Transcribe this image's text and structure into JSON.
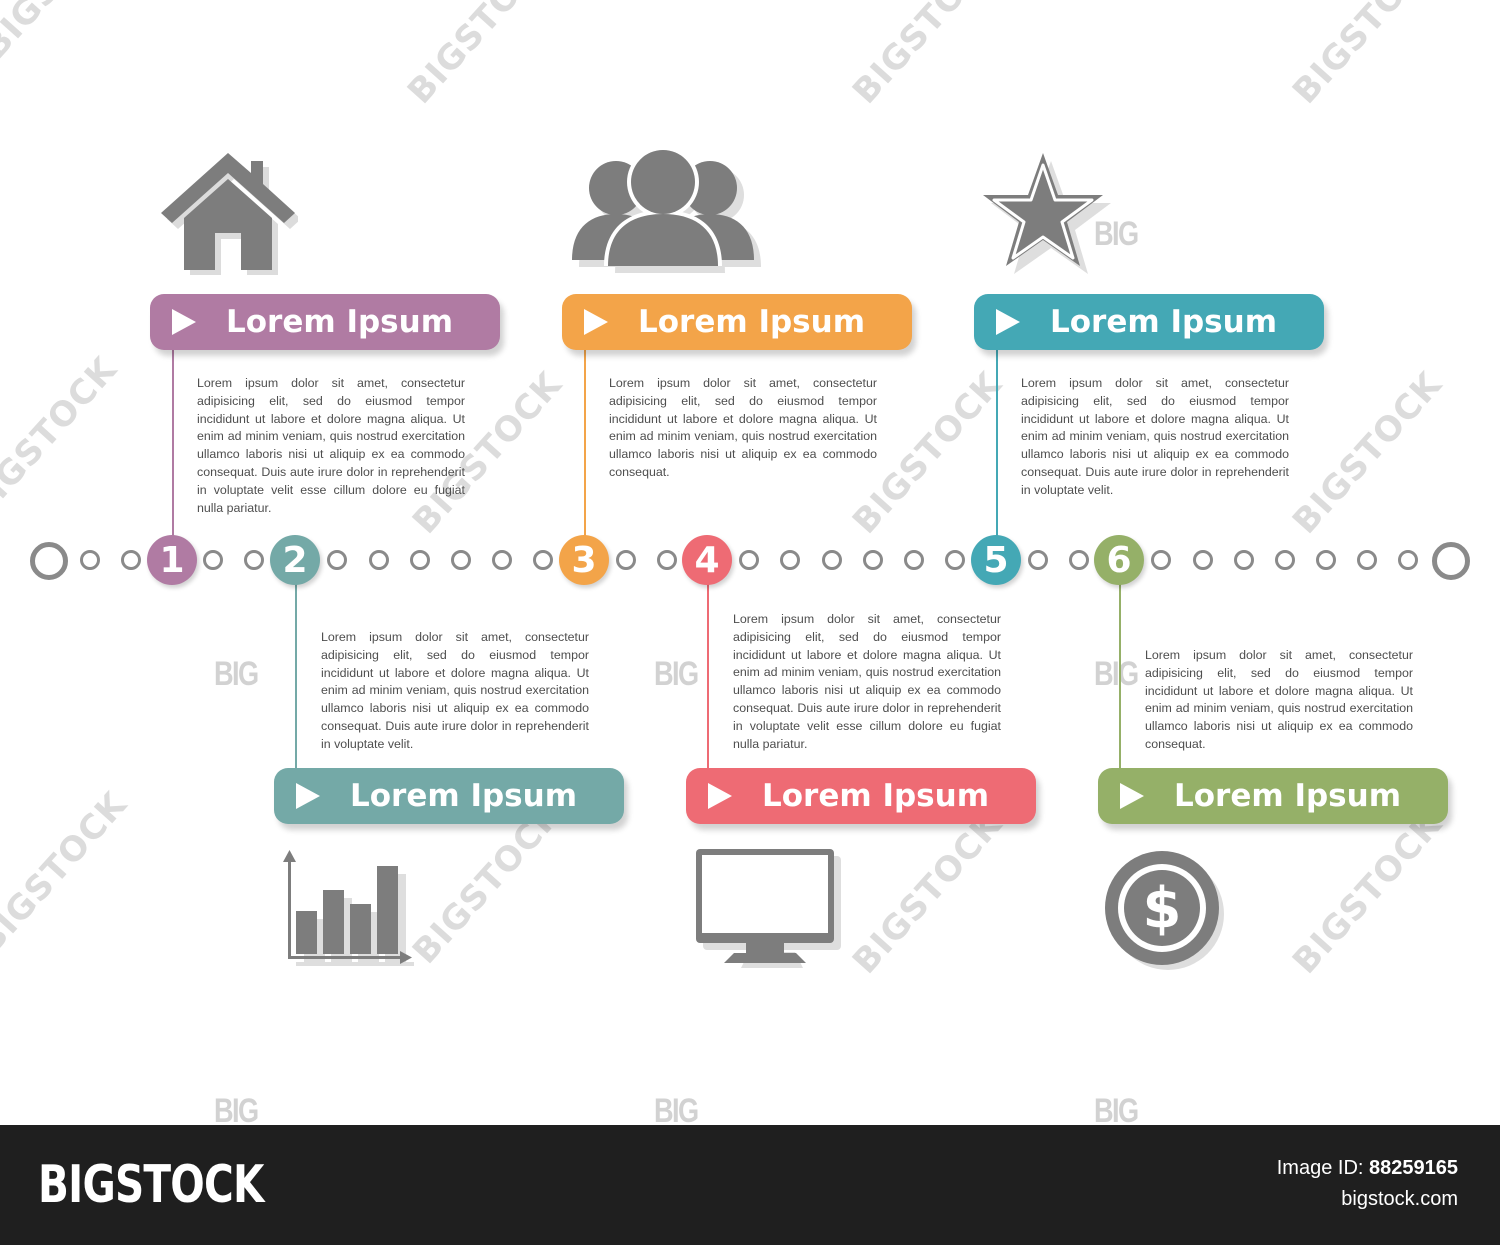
{
  "watermark": {
    "word": "BIGSTOCK",
    "short": "BIG"
  },
  "steps": [
    {
      "number": "1",
      "title": "Lorem Ipsum",
      "color": "#b07ba3",
      "icon": "house-icon",
      "placement": "top",
      "text": "Lorem ipsum dolor sit amet, consectetur adipisicing elit, sed do eiusmod tempor incididunt ut labore et dolore magna aliqua. Ut enim ad minim veniam, quis nostrud exercitation ullamco laboris nisi ut aliquip ex ea commodo consequat. Duis aute irure dolor in reprehenderit in voluptate velit esse cillum dolore eu fugiat nulla pariatur."
    },
    {
      "number": "2",
      "title": "Lorem Ipsum",
      "color": "#74a9a7",
      "icon": "bar-chart-icon",
      "placement": "bottom",
      "text": "Lorem ipsum dolor sit amet, consectetur adipisicing elit, sed do eiusmod tempor incididunt ut labore et dolore magna aliqua. Ut enim ad minim veniam, quis nostrud exercitation ullamco laboris nisi ut aliquip ex ea commodo consequat. Duis aute irure dolor in reprehenderit in voluptate velit."
    },
    {
      "number": "3",
      "title": "Lorem Ipsum",
      "color": "#f3a449",
      "icon": "people-icon",
      "placement": "top",
      "text": "Lorem ipsum dolor sit amet, consectetur adipisicing elit, sed do eiusmod tempor incididunt ut labore et dolore magna aliqua. Ut enim ad minim veniam, quis nostrud exercitation ullamco laboris nisi ut aliquip ex ea commodo consequat."
    },
    {
      "number": "4",
      "title": "Lorem Ipsum",
      "color": "#ee6b74",
      "icon": "monitor-icon",
      "placement": "bottom",
      "text": "Lorem ipsum dolor sit amet, consectetur adipisicing elit, sed do eiusmod tempor incididunt ut labore et dolore magna aliqua. Ut enim ad minim veniam, quis nostrud exercitation ullamco laboris nisi ut aliquip ex ea commodo consequat. Duis aute irure dolor in reprehenderit in voluptate velit esse cillum dolore eu fugiat nulla pariatur."
    },
    {
      "number": "5",
      "title": "Lorem Ipsum",
      "color": "#44a8b5",
      "icon": "star-icon",
      "placement": "top",
      "text": "Lorem ipsum dolor sit amet, consectetur adipisicing elit, sed do eiusmod tempor incididunt ut labore et dolore magna aliqua. Ut enim ad minim veniam, quis nostrud exercitation ullamco laboris nisi ut aliquip ex ea commodo consequat. Duis aute irure dolor in reprehenderit in voluptate velit."
    },
    {
      "number": "6",
      "title": "Lorem Ipsum",
      "color": "#95b068",
      "icon": "dollar-coin-icon",
      "placement": "bottom",
      "text": "Lorem ipsum dolor sit amet, consectetur adipisicing elit, sed do eiusmod tempor incididunt ut labore et dolore magna aliqua. Ut enim ad minim veniam, quis nostrud exercitation ullamco laboris nisi ut aliquip ex ea commodo consequat."
    }
  ],
  "colors": {
    "timeline": "#8a8a8a",
    "icon": "#7d7d7d",
    "footer": "#1f1f1f"
  },
  "footer": {
    "brand": "BIGSTOCK",
    "image_id_label": "Image ID:",
    "image_id_value": "88259165",
    "site": "bigstock.com"
  }
}
